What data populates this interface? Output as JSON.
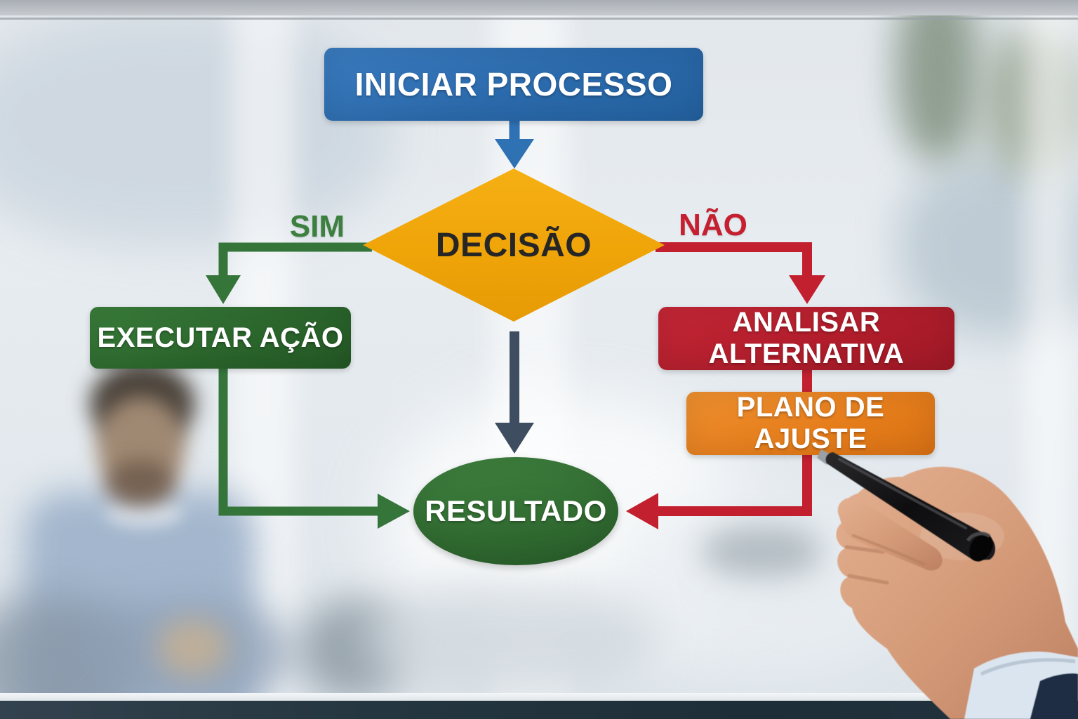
{
  "diagram": {
    "type": "flowchart",
    "nodes": {
      "start": {
        "label": "INICIAR PROCESSO",
        "shape": "rounded-rect",
        "color": "#2e6fb2"
      },
      "decision": {
        "label": "DECISÃO",
        "shape": "diamond",
        "color": "#f2a60d"
      },
      "execute": {
        "label": "EXECUTAR AÇÃO",
        "shape": "rounded-rect",
        "color": "#2e6a2f"
      },
      "analyze": {
        "label": "ANALISAR ALTERNATIVA",
        "shape": "rounded-rect",
        "color": "#b92230"
      },
      "plan": {
        "label": "PLANO DE AJUSTE",
        "shape": "rounded-rect",
        "color": "#e8821f"
      },
      "result": {
        "label": "RESULTADO",
        "shape": "ellipse",
        "color": "#356e34"
      }
    },
    "branch_labels": {
      "yes": "SIM",
      "no": "NÃO"
    },
    "edge_colors": {
      "start_to_decision": "#2e72b4",
      "yes_branch": "#35753a",
      "no_branch": "#c2202f",
      "decision_to_result": "#3e4d5f"
    }
  }
}
